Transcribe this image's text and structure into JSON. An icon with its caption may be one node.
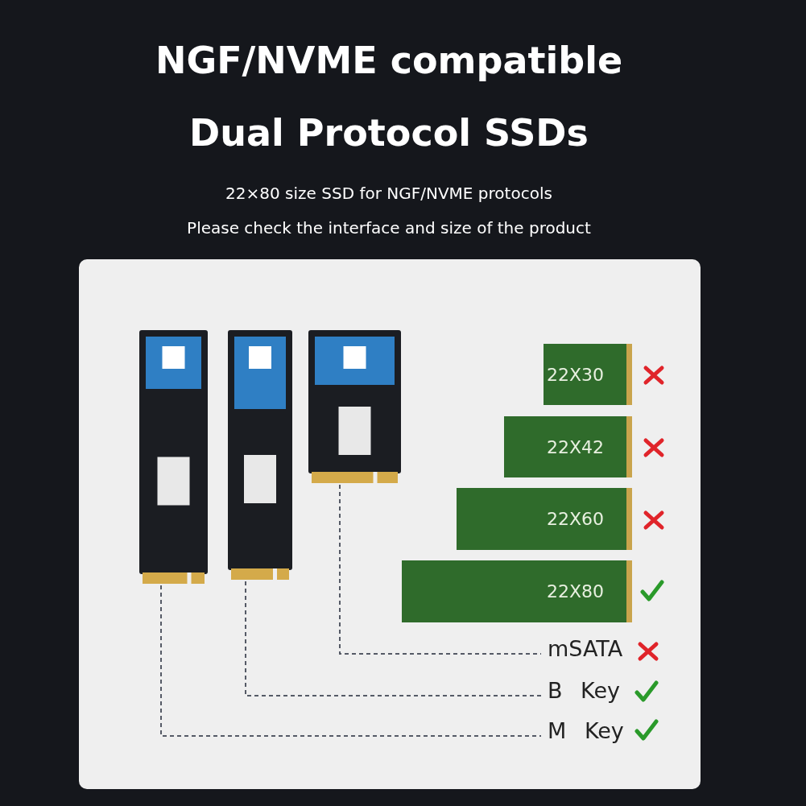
{
  "diagram": {
    "title": "NGF/NVME compatible Dual Protocol SSDs",
    "nodes": [
      {
        "text": [],
        "shape": "picture"
      },
      {
        "text": [],
        "shape": "picture"
      },
      {
        "text": [],
        "shape": "picture"
      },
      {
        "text": [
          "22X30"
        ]
      },
      {
        "text": [
          "22X42"
        ]
      },
      {
        "text": [
          "22X60"
        ]
      },
      {
        "text": [
          "22X80"
        ]
      },
      {
        "text": [
          "mSATA"
        ]
      },
      {
        "text": [
          "B Key"
        ]
      },
      {
        "text": [
          "M Key"
        ]
      }
    ],
    "edges": [
      {
        "from": 0,
        "to": 9,
        "arrow": "none",
        "style": "dashed"
      },
      {
        "from": 1,
        "to": 8,
        "arrow": "none",
        "style": "dashed"
      },
      {
        "from": 2,
        "to": 7,
        "arrow": "none",
        "style": "dashed"
      }
    ],
    "labels": [
      "22×80 size SSD for NGF/NVME protocols",
      "Please check the interface and size of the product"
    ]
  }
}
